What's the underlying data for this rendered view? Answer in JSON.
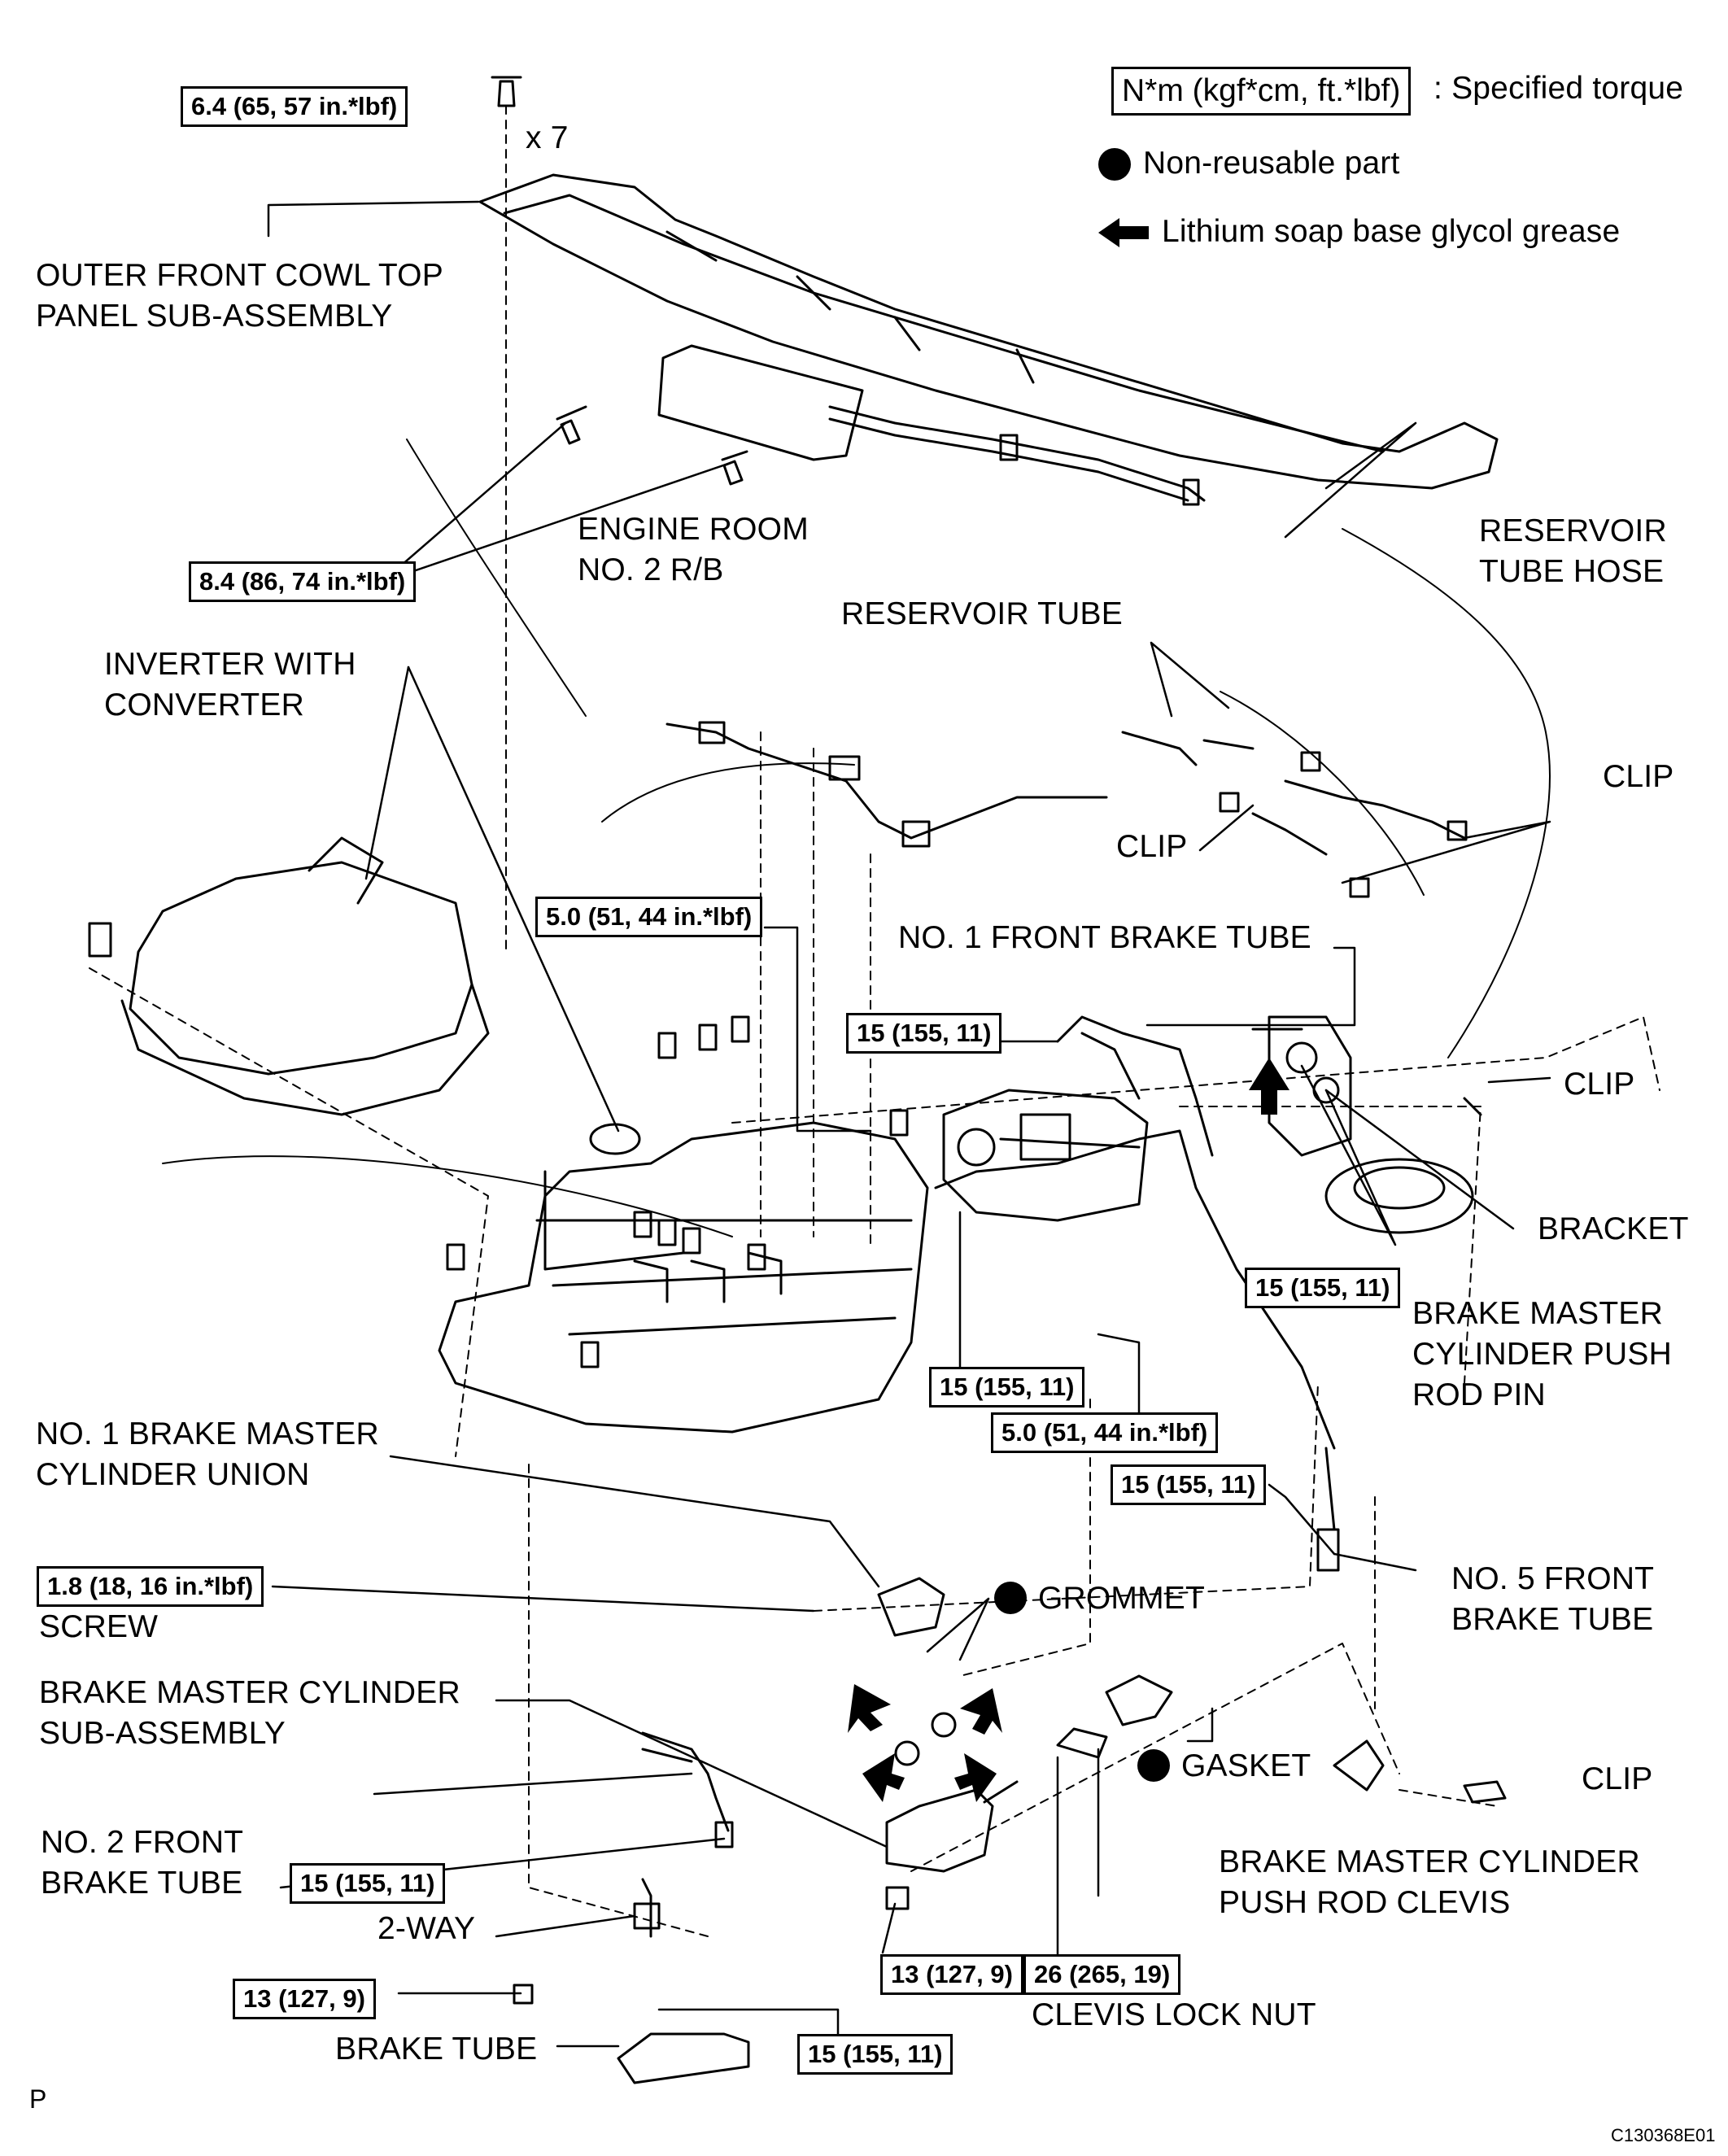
{
  "legend": {
    "torque_box": "N*m (kgf*cm, ft.*lbf)",
    "torque_text": ": Specified torque",
    "nonreusable_text": "Non-reusable part",
    "grease_text": "Lithium soap base glycol grease"
  },
  "labels": {
    "outer_cowl": "OUTER FRONT COWL TOP\nPANEL SUB-ASSEMBLY",
    "x7": "x 7",
    "engine_room_rb": "ENGINE ROOM\nNO. 2 R/B",
    "reservoir_tube_hose": "RESERVOIR\nTUBE HOSE",
    "reservoir_tube": "RESERVOIR TUBE",
    "inverter": "INVERTER WITH\nCONVERTER",
    "clip_1": "CLIP",
    "clip_2": "CLIP",
    "clip_3": "CLIP",
    "clip_4": "CLIP",
    "no1_front_brake_tube": "NO. 1 FRONT BRAKE TUBE",
    "bracket": "BRACKET",
    "push_rod_pin": "BRAKE MASTER\nCYLINDER PUSH\nROD PIN",
    "no1_union": "NO. 1 BRAKE MASTER\nCYLINDER UNION",
    "screw": "SCREW",
    "grommet": "GROMMET",
    "no5_front_brake_tube": "NO. 5 FRONT\nBRAKE TUBE",
    "master_cyl_sub": "BRAKE MASTER CYLINDER\nSUB-ASSEMBLY",
    "gasket": "GASKET",
    "no2_front_brake_tube": "NO. 2 FRONT\nBRAKE TUBE",
    "push_rod_clevis": "BRAKE MASTER CYLINDER\nPUSH ROD CLEVIS",
    "two_way": "2-WAY",
    "clevis_lock_nut": "CLEVIS LOCK NUT",
    "brake_tube": "BRAKE TUBE",
    "page_mark": "P",
    "figure_code": "C130368E01"
  },
  "torques": {
    "t_cowl": "6.4 (65, 57 in.*lbf)",
    "t_rb": "8.4 (86, 74 in.*lbf)",
    "t_inv_1": "5.0 (51, 44 in.*lbf)",
    "t_tube_1": "15 (155, 11)",
    "t_tube_2": "15 (155, 11)",
    "t_tube_3": "15 (155, 11)",
    "t_inv_2": "5.0 (51, 44 in.*lbf)",
    "t_tube_4": "15 (155, 11)",
    "t_screw": "1.8 (18, 16 in.*lbf)",
    "t_no2": "15 (155, 11)",
    "t_nut_1": "13 (127, 9)",
    "t_nut_2": "13 (127, 9)",
    "t_clevis": "26 (265, 19)",
    "t_bt": "15 (155, 11)"
  }
}
